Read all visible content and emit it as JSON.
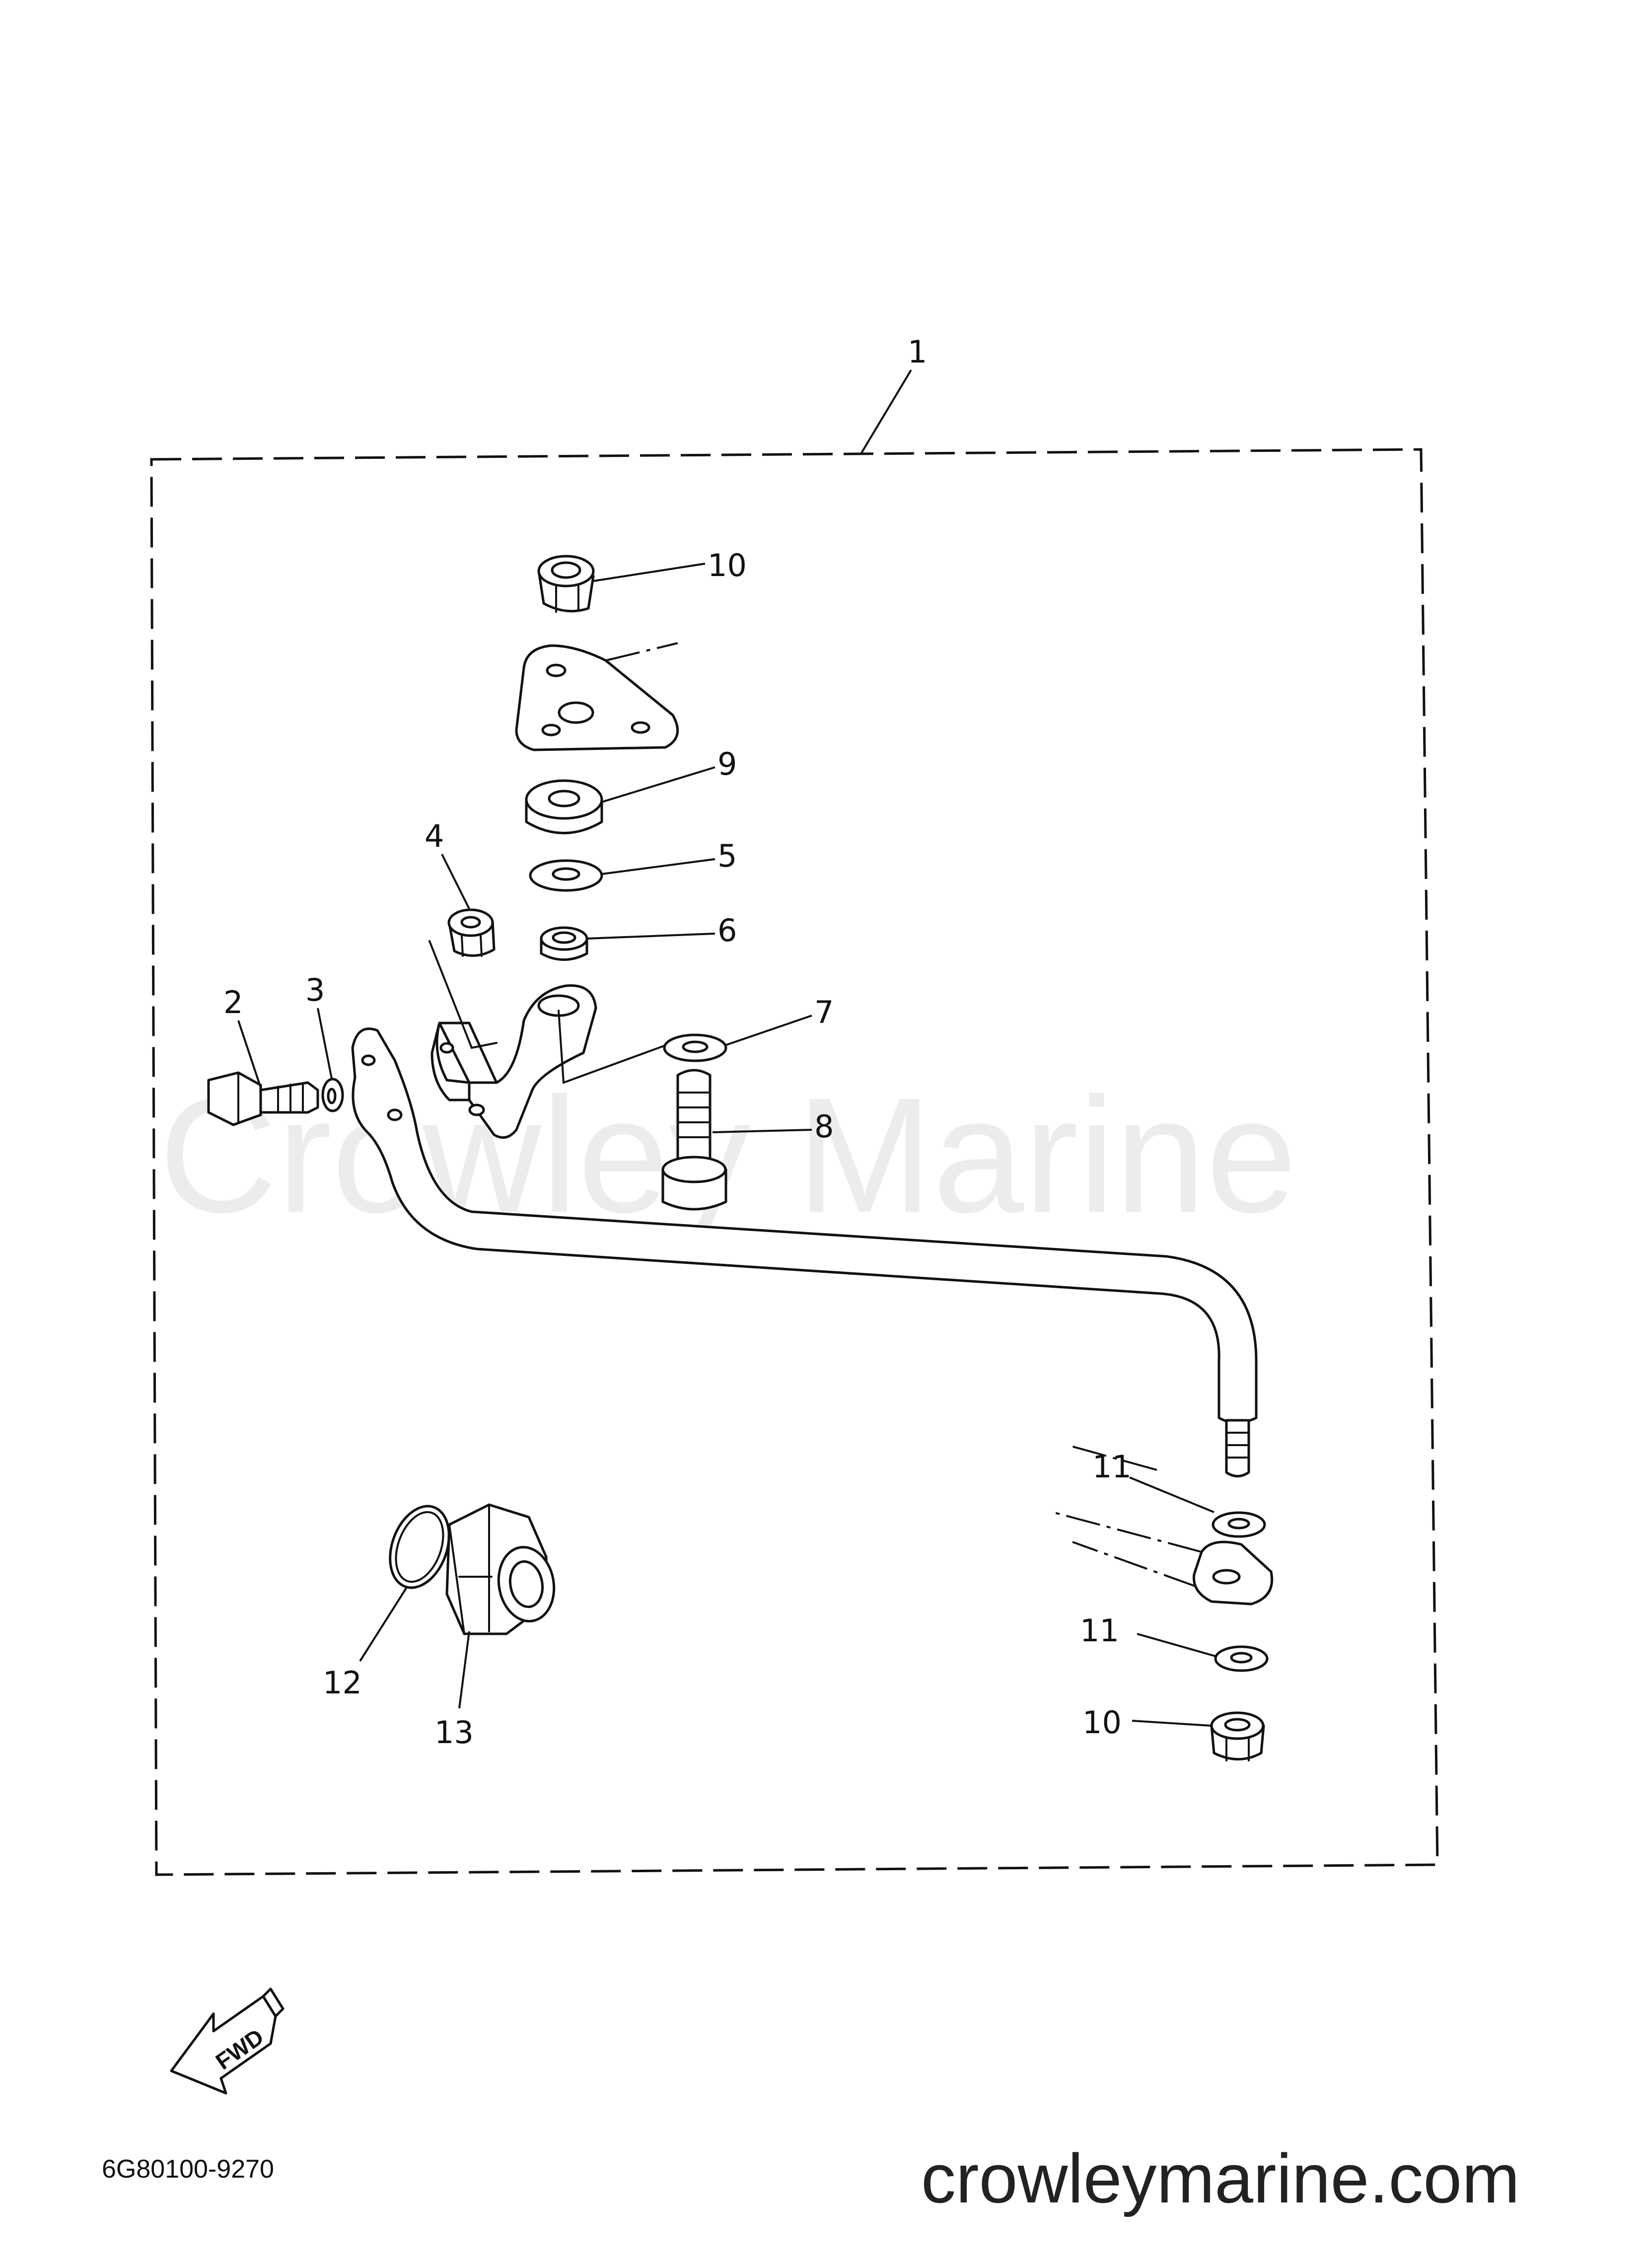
{
  "watermark": "Crowley Marine",
  "website": "crowleymarine.com",
  "drawing_code": "6G80100-9270",
  "direction_indicator": "FWD",
  "callouts": [
    {
      "id": "c1",
      "label": "1"
    },
    {
      "id": "c10a",
      "label": "10"
    },
    {
      "id": "c9",
      "label": "9"
    },
    {
      "id": "c5",
      "label": "5"
    },
    {
      "id": "c6",
      "label": "6"
    },
    {
      "id": "c4",
      "label": "4"
    },
    {
      "id": "c7",
      "label": "7"
    },
    {
      "id": "c8",
      "label": "8"
    },
    {
      "id": "c2",
      "label": "2"
    },
    {
      "id": "c3",
      "label": "3"
    },
    {
      "id": "c11a",
      "label": "11"
    },
    {
      "id": "c11b",
      "label": "11"
    },
    {
      "id": "c10b",
      "label": "10"
    },
    {
      "id": "c12",
      "label": "12"
    },
    {
      "id": "c13",
      "label": "13"
    }
  ]
}
